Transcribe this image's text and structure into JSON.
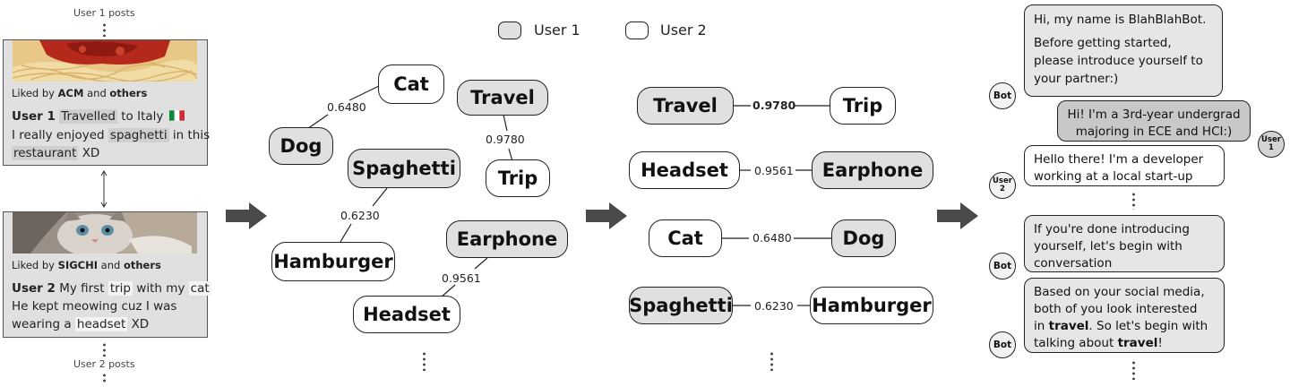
{
  "posts": {
    "user1_header": "User 1 posts",
    "user2_footer": "User 2 posts",
    "post1": {
      "liked_prefix": "Liked by",
      "liked_name": "ACM",
      "liked_and": "and",
      "liked_others": "others",
      "user": "User 1",
      "line1_a": "Travelled",
      "line1_b": "to Italy",
      "line2_a": "I really enjoyed",
      "line2_b": "spaghetti",
      "line2_c": "in this",
      "line3_a": "restaurant",
      "line3_b": "XD"
    },
    "post2": {
      "liked_prefix": "Liked by",
      "liked_name": "SIGCHI",
      "liked_and": "and",
      "liked_others": "others",
      "user": "User 2",
      "line1_a": "My first",
      "line1_b": "trip",
      "line1_c": "with my",
      "line1_d": "cat",
      "line2": "He kept meowing cuz I was",
      "line3_a": "wearing a",
      "line3_b": "headset",
      "line3_c": "XD"
    }
  },
  "legend": {
    "user1": "User 1",
    "user2": "User 2",
    "user1_color": "#e0e0e0",
    "user2_color": "#ffffff"
  },
  "graph": {
    "nodes": {
      "cat": "Cat",
      "dog": "Dog",
      "travel": "Travel",
      "trip": "Trip",
      "spaghetti": "Spaghetti",
      "hamburger": "Hamburger",
      "earphone": "Earphone",
      "headset": "Headset"
    },
    "scores": {
      "cat_dog": "0.6480",
      "travel_trip": "0.9780",
      "spaghetti_hamburger": "0.6230",
      "earphone_headset": "0.9561"
    }
  },
  "pairs": [
    {
      "left": "Travel",
      "right": "Trip",
      "score": "0.9780"
    },
    {
      "left": "Headset",
      "right": "Earphone",
      "score": "0.9561"
    },
    {
      "left": "Cat",
      "right": "Dog",
      "score": "0.6480"
    },
    {
      "left": "Spaghetti",
      "right": "Hamburger",
      "score": "0.6230"
    }
  ],
  "chat": {
    "bot_label": "Bot",
    "user1_label_a": "User",
    "user1_label_b": "1",
    "user2_label_a": "User",
    "user2_label_b": "2",
    "msg1_line1": "Hi, my name is BlahBlahBot.",
    "msg1_line2": "Before getting started,",
    "msg1_line3": "please introduce yourself to",
    "msg1_line4": "your partner:)",
    "msg2_line1": "Hi! I'm a 3rd-year undergrad",
    "msg2_line2": "majoring in ECE and HCI:)",
    "msg3_line1": "Hello there! I'm a developer",
    "msg3_line2": "working at a local start-up",
    "msg4_line1": "If you're done introducing",
    "msg4_line2": "yourself, let's begin with",
    "msg4_line3": "conversation",
    "msg5_line1": "Based on your social media,",
    "msg5_line2": "both of you look interested",
    "msg5_line3_a": "in",
    "msg5_line3_b": "travel",
    "msg5_line3_c": ". So let's begin with",
    "msg5_line4_a": "talking about",
    "msg5_line4_b": "travel",
    "msg5_line4_c": "!"
  }
}
